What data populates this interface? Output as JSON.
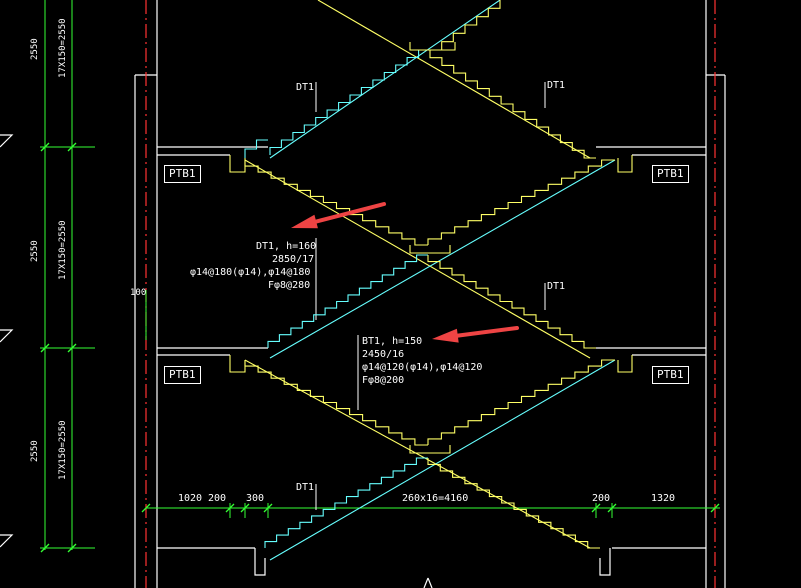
{
  "colors": {
    "background": "#000000",
    "wall": "#ffffff",
    "stair_yellow": "#ffff66",
    "stair_cyan": "#66ffff",
    "dimension_green": "#33ff33",
    "axis_red": "#ff3333",
    "arrow_red": "#ee4444"
  },
  "left_dims": {
    "level_a": "2550",
    "level_a_detail": "17X150=2550",
    "level_b": "2550",
    "level_b_detail": "17X150=2550",
    "level_c": "2550",
    "level_c_detail": "17X150=2550"
  },
  "dim_100": "100",
  "landings": {
    "ptb_upper_left": "PTB1",
    "ptb_upper_right": "PTB1",
    "ptb_lower_left": "PTB1",
    "ptb_lower_right": "PTB1"
  },
  "flight_tags": {
    "dt1_top_left": "DT1",
    "dt1_top_right": "DT1",
    "dt1_mid_right": "DT1",
    "dt1_bottom_left": "DT1"
  },
  "dt1_note": {
    "line1": "DT1, h=160",
    "line2": "2850/17",
    "line3": "φ14@180(φ14),φ14@180",
    "line4": "Fφ8@280"
  },
  "bt1_note": {
    "line1": "BT1, h=150",
    "line2": "2450/16",
    "line3": "φ14@120(φ14),φ14@120",
    "line4": "Fφ8@200"
  },
  "bottom_dims": {
    "d1": "1020",
    "d2": "200",
    "d3": "300",
    "d4": "260x16=4160",
    "d5": "200",
    "d6": "1320"
  }
}
